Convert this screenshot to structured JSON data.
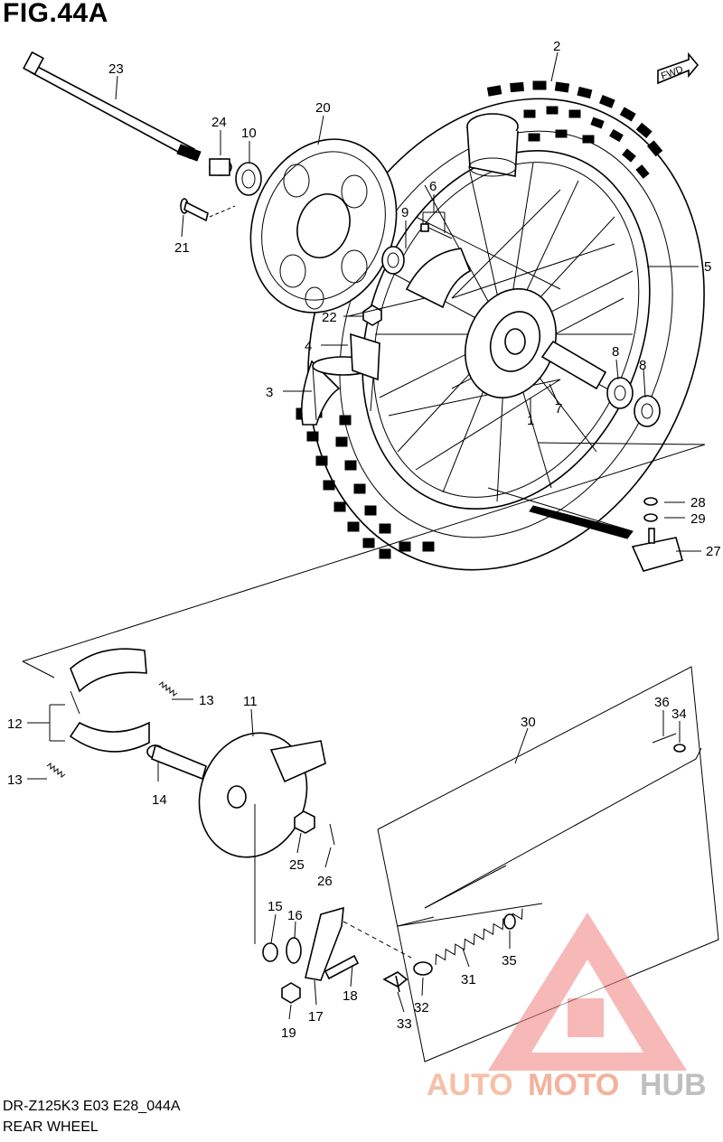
{
  "figure": {
    "title": "FIG.44A"
  },
  "footer": {
    "code": "DR-Z125K3 E03 E28_044A",
    "name": "REAR WHEEL"
  },
  "direction_badge": "FWD",
  "watermark": {
    "part1": "AUTO",
    "part2": "MOTO",
    "part3": "HUB",
    "colors": {
      "auto": "#f5b49a",
      "moto": "#f2a58c",
      "hub": "#c9c9c9",
      "logo": "#f28a8a"
    }
  },
  "callouts": {
    "c1": "1",
    "c2": "2",
    "c3": "3",
    "c4": "4",
    "c5": "5",
    "c6": "6",
    "c7": "7",
    "c8a": "8",
    "c8b": "8",
    "c9": "9",
    "c10": "10",
    "c11": "11",
    "c12": "12",
    "c13a": "13",
    "c13b": "13",
    "c14": "14",
    "c15": "15",
    "c16": "16",
    "c17": "17",
    "c18": "18",
    "c19": "19",
    "c20": "20",
    "c21": "21",
    "c22": "22",
    "c23": "23",
    "c24": "24",
    "c25": "25",
    "c26": "26",
    "c27": "27",
    "c28": "28",
    "c29": "29",
    "c30": "30",
    "c31": "31",
    "c32": "32",
    "c33": "33",
    "c34": "34",
    "c35": "35",
    "c36": "36"
  }
}
